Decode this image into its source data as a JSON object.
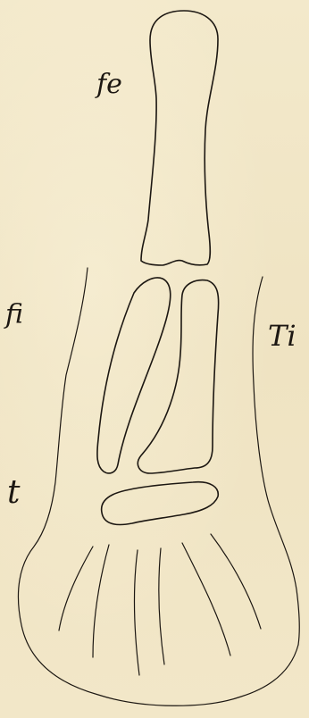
{
  "figure": {
    "labels": {
      "fe": "fe",
      "fi": "fi",
      "ti": "Ti",
      "t": "t"
    },
    "colors": {
      "paper": "#f1e6c6",
      "ink": "#1c1712"
    }
  }
}
